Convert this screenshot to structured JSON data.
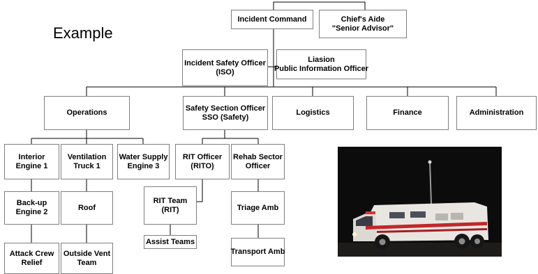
{
  "title": "Example",
  "nodes": {
    "incident_command": [
      "Incident Command"
    ],
    "chiefs_aide": [
      "Chief's Aide",
      "\"Senior Advisor\""
    ],
    "iso": [
      "Incident Safety Officer",
      "(ISO)"
    ],
    "liaison": [
      "Liasion",
      "Public Information Officer"
    ],
    "operations": [
      "Operations"
    ],
    "sso": [
      "Safety Section Officer",
      "SSO (Safety)"
    ],
    "logistics": [
      "Logistics"
    ],
    "finance": [
      "Finance"
    ],
    "administration": [
      "Administration"
    ],
    "interior": [
      "Interior",
      "Engine 1"
    ],
    "ventilation": [
      "Ventilation",
      "Truck 1"
    ],
    "water_supply": [
      "Water Supply",
      "Engine 3"
    ],
    "rit_officer": [
      "RIT Officer",
      "(RITO)"
    ],
    "rehab": [
      "Rehab Sector",
      "Officer"
    ],
    "backup": [
      "Back-up",
      "Engine 2"
    ],
    "roof": [
      "Roof"
    ],
    "rit_team": [
      "RIT Team",
      "(RIT)"
    ],
    "triage": [
      "Triage Amb"
    ],
    "assist": [
      "Assist Teams"
    ],
    "attack_crew": [
      "Attack Crew",
      "Relief"
    ],
    "outside_vent": [
      "Outside Vent",
      "Team"
    ],
    "transport": [
      "Transport Amb"
    ]
  },
  "photo": {
    "subject": "command vehicle at night"
  }
}
